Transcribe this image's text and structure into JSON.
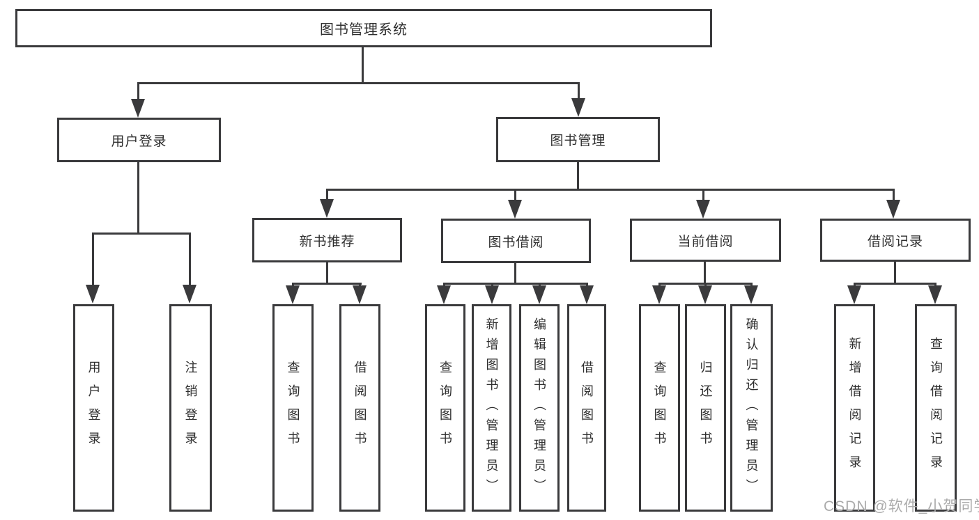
{
  "colors": {
    "line": "#3a3a3c",
    "text": "#2e2e2e",
    "watermark": "#ababab",
    "background": "#ffffff"
  },
  "watermark": "CSDN @软件_小贺同学",
  "tree": {
    "root": "图书管理系统",
    "user_login": {
      "label": "用户登录",
      "children": [
        "用户登录",
        "注销登录"
      ]
    },
    "book_management": {
      "label": "图书管理",
      "sections": [
        {
          "label": "新书推荐",
          "children": [
            "查询图书",
            "借阅图书"
          ]
        },
        {
          "label": "图书借阅",
          "children": [
            "查询图书",
            "新增图书（管理员）",
            "编辑图书（管理员）",
            "借阅图书"
          ]
        },
        {
          "label": "当前借阅",
          "children": [
            "查询图书",
            "归还图书",
            "确认归还（管理员）"
          ]
        },
        {
          "label": "借阅记录",
          "children": [
            "新增借阅记录",
            "查询借阅记录"
          ]
        }
      ]
    }
  }
}
